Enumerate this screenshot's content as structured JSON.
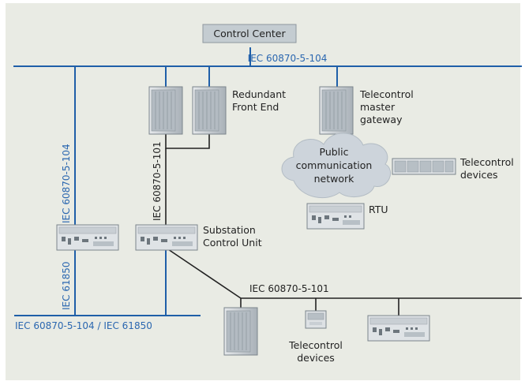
{
  "colors": {
    "background": "#e9ebe4",
    "bus_blue": "#1f5fa8",
    "label_blue": "#2b67b0",
    "box_fill": "#c4ccd1",
    "text_dark": "#222222",
    "cloud_fill": "#cdd4db"
  },
  "control_center": {
    "label": "Control Center"
  },
  "top_bus": {
    "label": "IEC 60870-5-104"
  },
  "left_bus": {
    "vertical_label_upper": "IEC 60870-5-104",
    "vertical_label_lower": "IEC 61850"
  },
  "front_end": {
    "link_label": "IEC 60870-5-101",
    "line1": "Redundant",
    "line2": "Front End"
  },
  "master_gateway": {
    "line1": "Telecontrol",
    "line2": "master",
    "line3": "gateway"
  },
  "cloud": {
    "line1": "Public",
    "line2": "communication",
    "line3": "network"
  },
  "telecontrol_right": {
    "line1": "Telecontrol",
    "line2": "devices"
  },
  "rtu": {
    "label": "RTU"
  },
  "substation": {
    "line1": "Substation",
    "line2": "Control Unit"
  },
  "bottom_bus": {
    "label": "IEC 60870-5-104 / IEC 61850"
  },
  "serial_bus": {
    "label": "IEC 60870-5-101"
  },
  "telecontrol_bottom": {
    "line1": "Telecontrol",
    "line2": "devices"
  }
}
